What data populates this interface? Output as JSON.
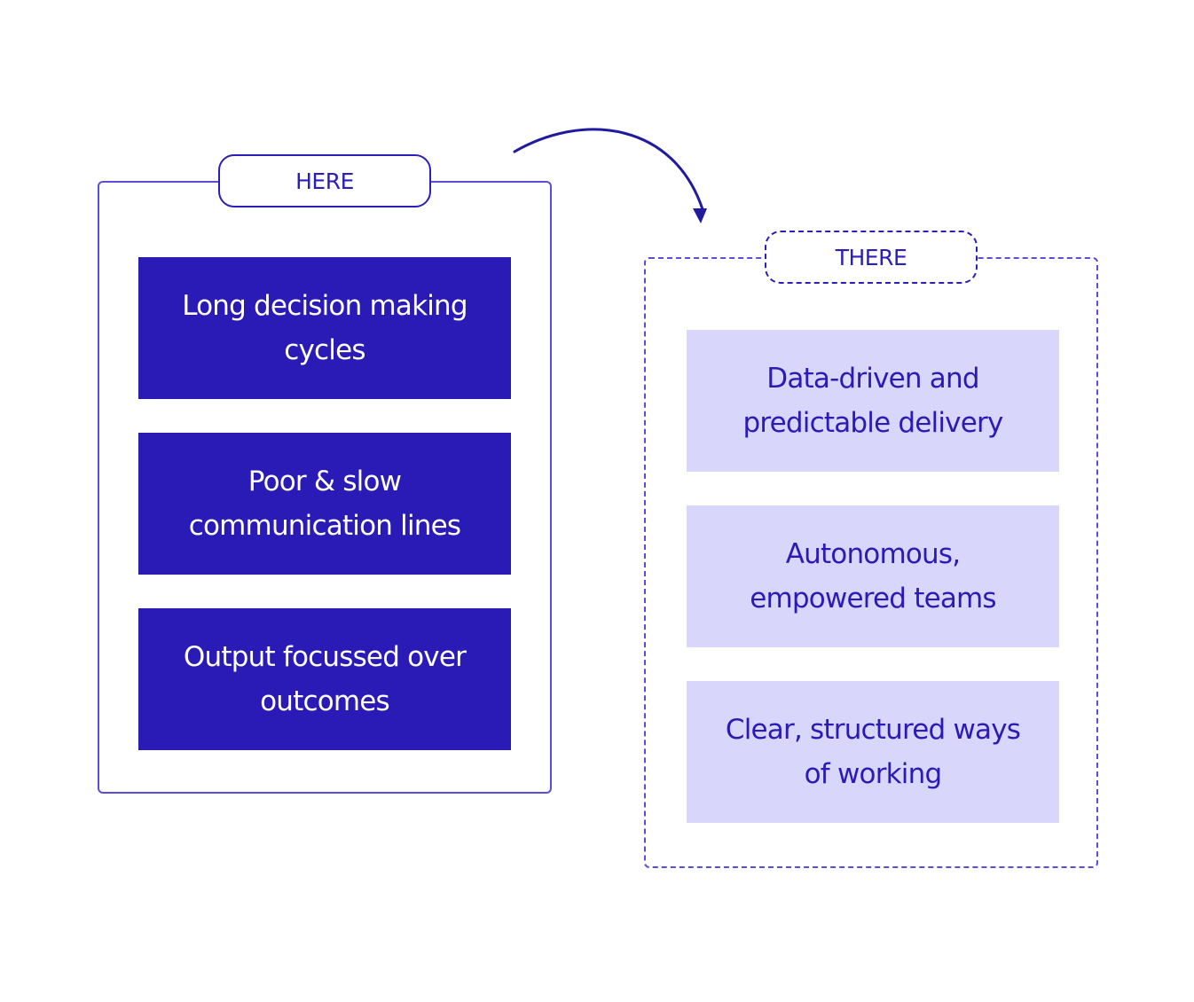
{
  "here": {
    "label": "HERE",
    "items": [
      "Long decision making cycles",
      "Poor & slow communication lines",
      "Output focussed over outcomes"
    ]
  },
  "there": {
    "label": "THERE",
    "items": [
      "Data-driven and predictable delivery",
      "Autonomous, empowered teams",
      "Clear, structured ways of working"
    ]
  },
  "colors": {
    "primary": "#2a1bb6",
    "outline": "#5a4ed8",
    "light_fill": "#d8d6fb",
    "background": "#ffffff"
  }
}
